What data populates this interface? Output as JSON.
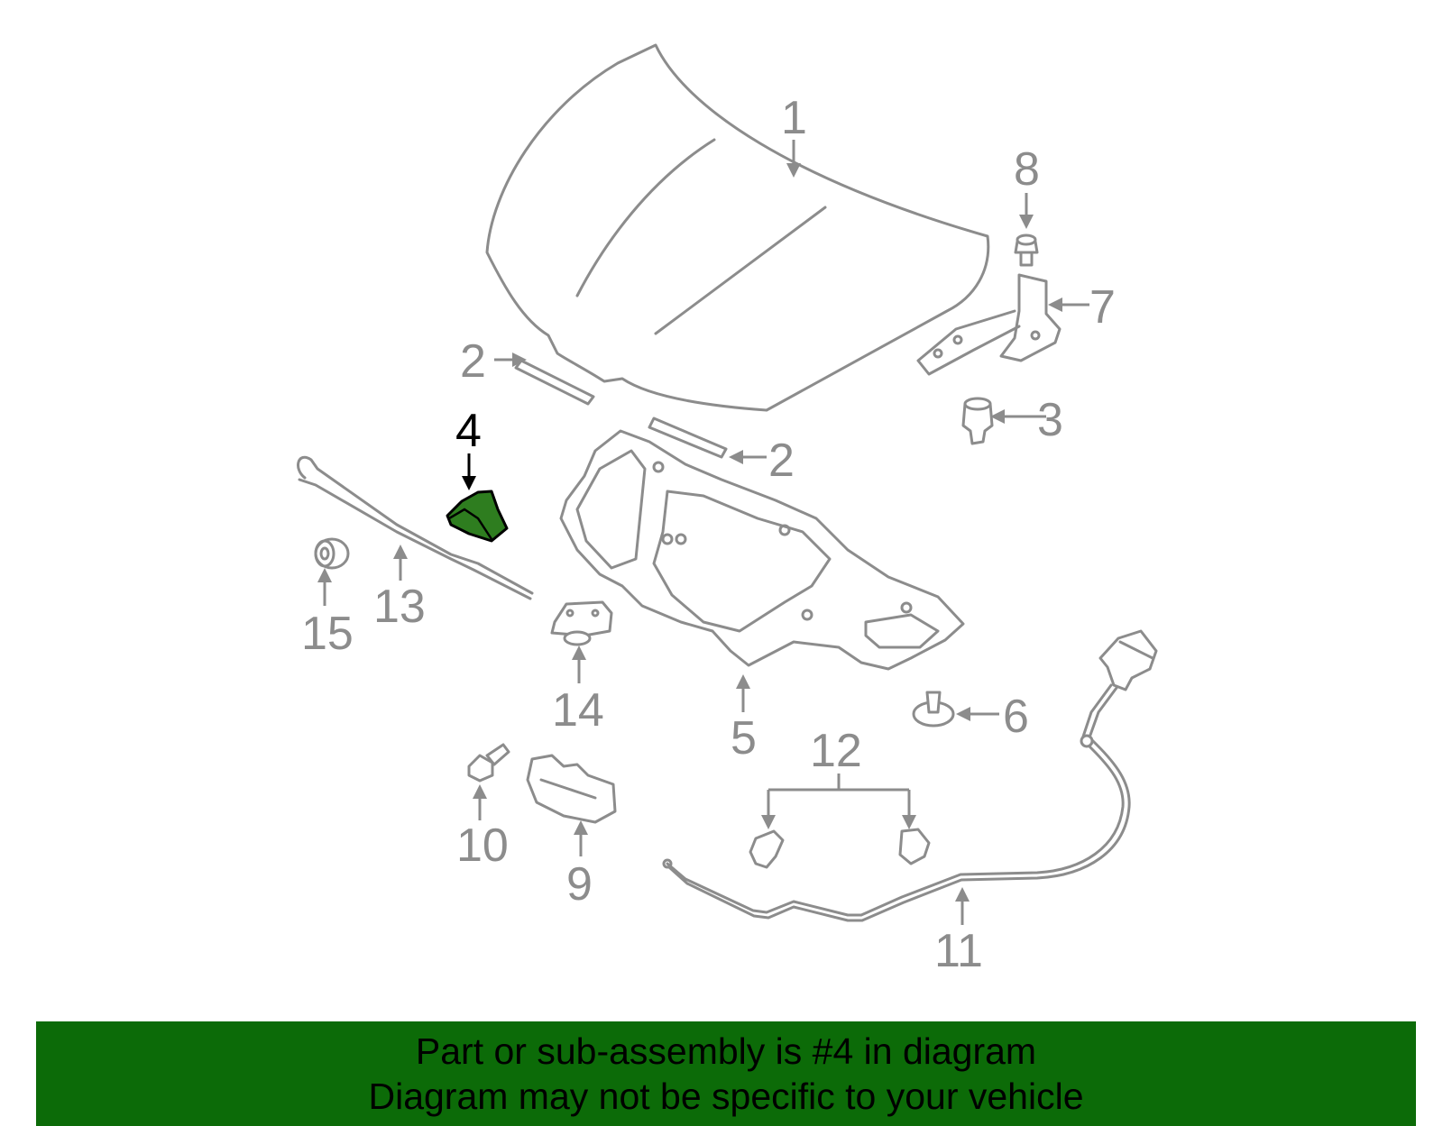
{
  "callouts": {
    "c1": "1",
    "c2a": "2",
    "c2b": "2",
    "c3": "3",
    "c4": "4",
    "c5": "5",
    "c6": "6",
    "c7": "7",
    "c8": "8",
    "c9": "9",
    "c10": "10",
    "c11": "11",
    "c12": "12",
    "c13": "13",
    "c14": "14",
    "c15": "15"
  },
  "highlighted_part": "4",
  "colors": {
    "highlight": "#2e7d1f",
    "banner": "#0c6b08",
    "line": "#8c8c8c"
  },
  "banner": {
    "line1": "Part or sub-assembly is #4 in diagram",
    "line2": "Diagram may not be specific to your vehicle"
  }
}
